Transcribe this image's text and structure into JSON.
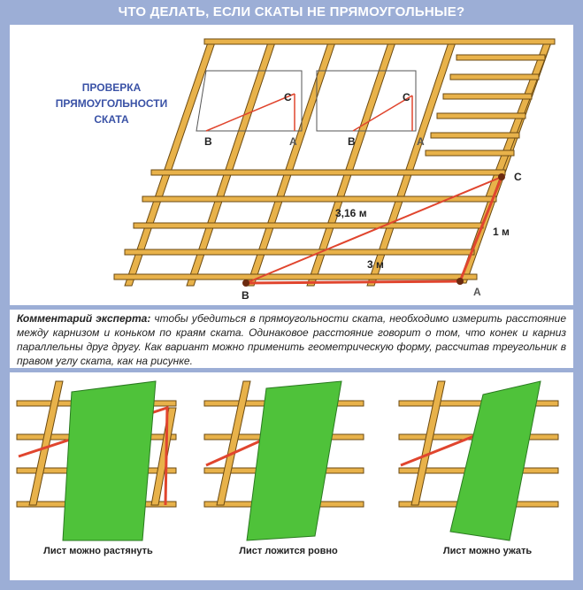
{
  "title": "ЧТО ДЕЛАТЬ, ЕСЛИ СКАТЫ НЕ ПРЯМОУГОЛЬНЫЕ?",
  "top": {
    "check_label": "ПРОВЕРКА ПРЯМОУГОЛЬНОСТИ СКАТА",
    "small_box_1": {
      "b": "В",
      "a": "А",
      "c": "С"
    },
    "small_box_2": {
      "b": "В",
      "a": "А",
      "c": "С"
    },
    "points": {
      "b": "В",
      "a": "А",
      "c": "С"
    },
    "diagonal": "3,16 м",
    "side_ac": "1 м",
    "side_ba": "3 м"
  },
  "comment": {
    "lead": "Комментарий эксперта:",
    "text": " чтобы убедиться в прямоугольности ската, необходимо измерить расстояние между карнизом и коньком по краям ската. Одинаковое расстояние говорит о том, что конек и карниз параллельны друг другу. Как вариант можно применить геометрическую форму, рассчитав треугольник в правом углу ската, как на рисунке."
  },
  "bottom": {
    "captions": [
      "Лист можно растянуть",
      "Лист ложится ровно",
      "Лист можно ужать"
    ]
  },
  "colors": {
    "frame": "#9caed6",
    "wood": "#e8b24a",
    "wood_edge": "#6b4a12",
    "red": "#e0452e",
    "sheet": "#4fc23a"
  }
}
